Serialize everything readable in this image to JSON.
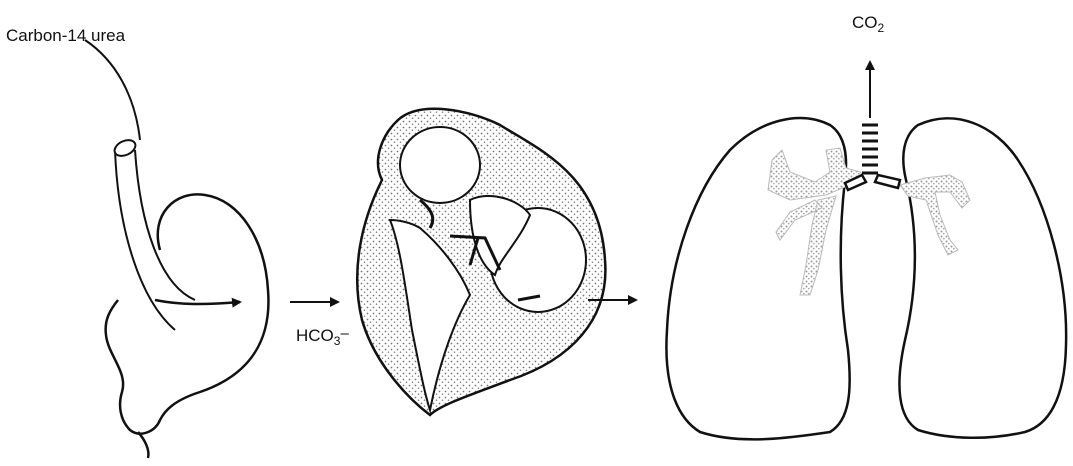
{
  "labels": {
    "urea": "Carbon-14 urea",
    "bicarbonate": {
      "base": "HCO",
      "sub": "3",
      "sup": "–"
    },
    "co2": {
      "base": "CO",
      "sub": "2"
    }
  },
  "colors": {
    "line": "#111111",
    "stipple": "#bdbdbd",
    "background": "#ffffff"
  }
}
